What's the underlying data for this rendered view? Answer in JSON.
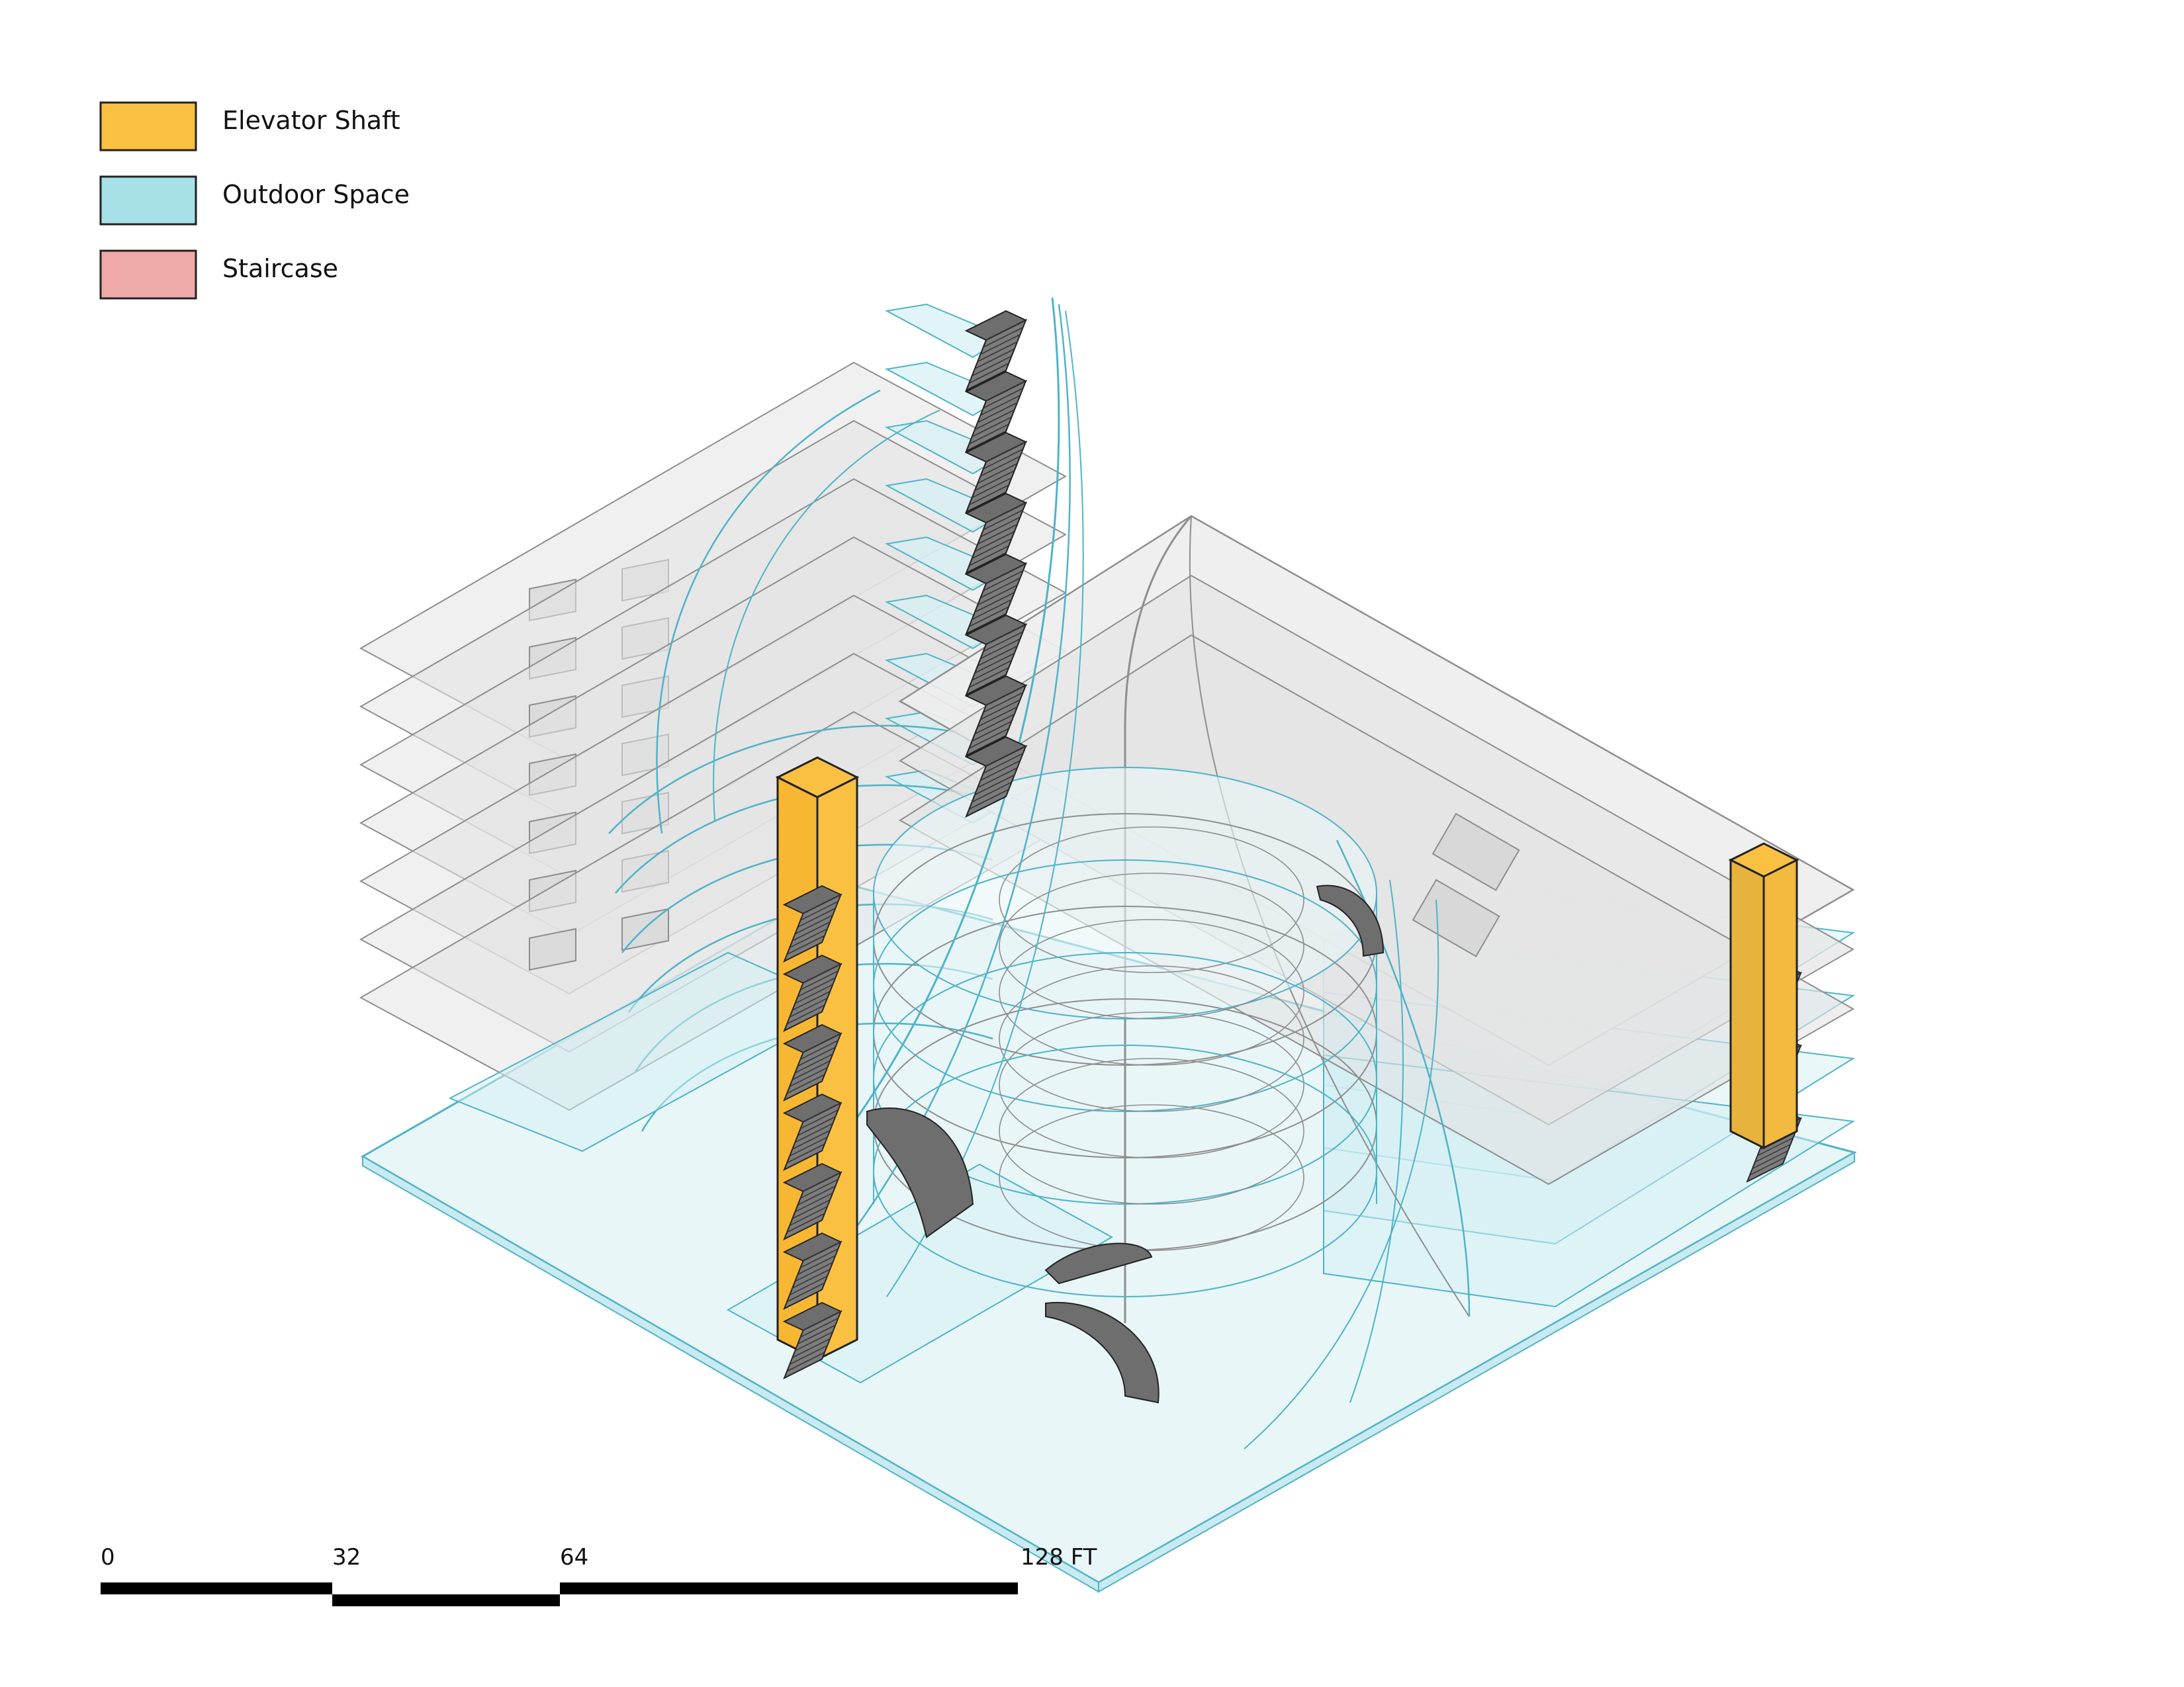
{
  "legend": {
    "items": [
      {
        "label": "Elevator Shaft",
        "color": "#F9C042"
      },
      {
        "label": "Outdoor Space",
        "color": "#A8E0E8"
      },
      {
        "label": "Staircase",
        "color": "#EFA9A8"
      }
    ]
  },
  "scale_bar": {
    "ticks": [
      "0",
      "32",
      "64",
      "128 FT"
    ]
  },
  "colors": {
    "floor_gray_fill": "#E4E4E4",
    "floor_gray_stroke": "#8E8E8E",
    "floor_cyan_fill": "#D4EFF3",
    "floor_cyan_stroke": "#4FB3C7",
    "stair_fill": "#6E6E6E",
    "elevator_fill": "#F9C042",
    "elevator_stroke": "#222222"
  }
}
